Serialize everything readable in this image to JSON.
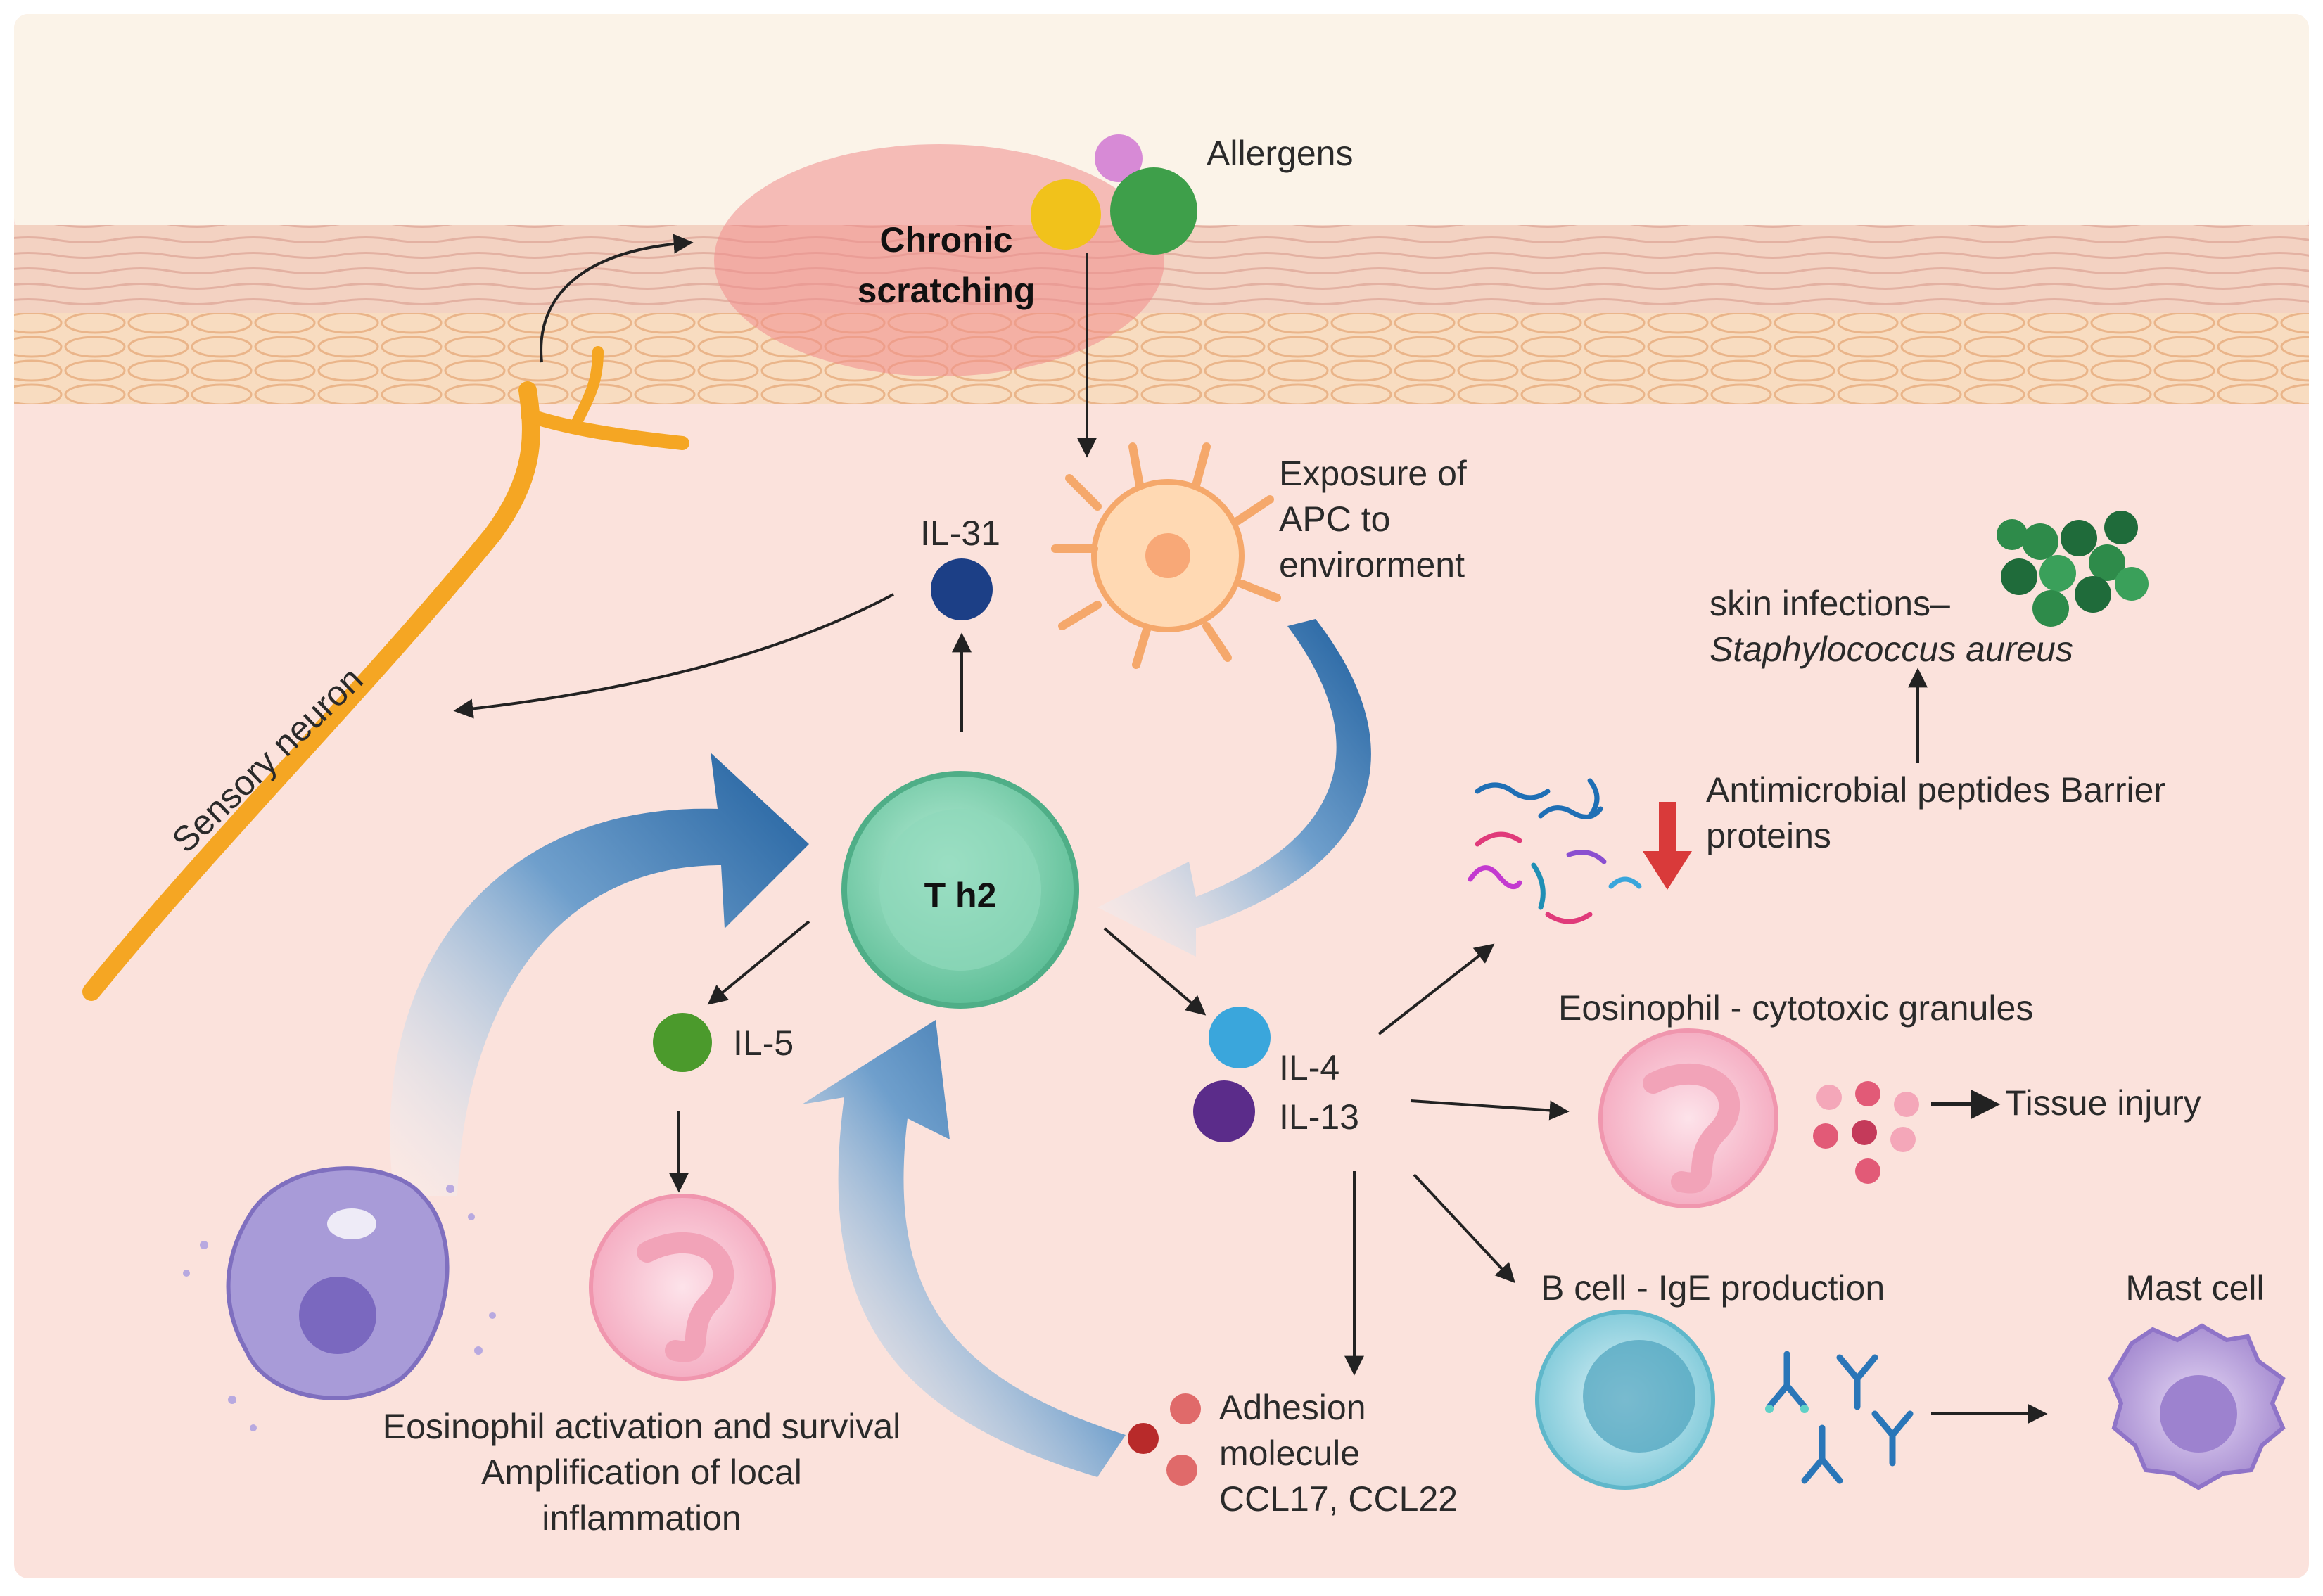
{
  "labels": {
    "allergens": "Allergens",
    "chronic_line1": "Chronic",
    "chronic_line2": "scratching",
    "sensory_neuron": "Sensory neuron",
    "il31": "IL-31",
    "apc_line1": "Exposure of",
    "apc_line2": "APC to",
    "apc_line3": "envirorment",
    "skin_inf_line1": "skin infections–",
    "skin_inf_line2": "Staphylococcus aureus",
    "amp_line1": "Antimicrobial peptides Barrier",
    "amp_line2": "proteins",
    "th2": "T h2",
    "il5": "IL-5",
    "il4": "IL-4",
    "il13": "IL-13",
    "eos_granules": "Eosinophil  - cytotoxic granules",
    "tissue_injury": "Tissue injury",
    "bcell": "B cell - IgE production",
    "mast_cell": "Mast cell",
    "eos_act_line1": "Eosinophil activation and survival",
    "eos_act_line2": "Amplification of local",
    "eos_act_line3": "inflammation",
    "adhesion_line1": "Adhesion",
    "adhesion_line2": "molecule",
    "adhesion_line3": "CCL17, CCL22"
  },
  "colors": {
    "dermis": "#fbe2dc",
    "epidermis_top": "#fbf3e8",
    "stratum": "#f3d2c2",
    "basal": "#f8dcc0",
    "neuron": "#f5a623",
    "big_arrow": "#1f5f9e",
    "th2": "#7fd1b1",
    "il31": "#1c3f86",
    "il5": "#4b9a2c",
    "il4": "#3aa6dc",
    "il13": "#5b2c8a",
    "down_arrow": "#d93a3a"
  }
}
